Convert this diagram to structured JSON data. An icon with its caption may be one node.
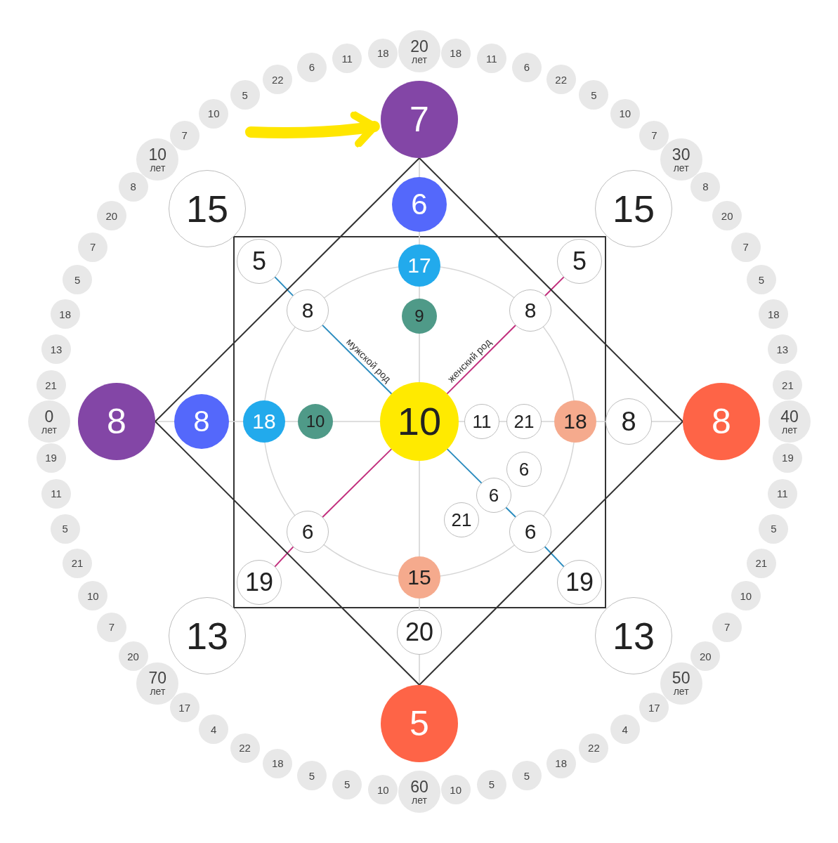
{
  "diagram": {
    "nodes": [
      {
        "text": [
          "7"
        ]
      },
      {
        "text": [
          "15"
        ]
      },
      {
        "text": [
          "15"
        ]
      },
      {
        "text": [
          "6"
        ]
      },
      {
        "text": [
          "5"
        ]
      },
      {
        "text": [
          "17"
        ]
      },
      {
        "text": [
          "5"
        ]
      },
      {
        "text": [
          "8"
        ]
      },
      {
        "text": [
          "9"
        ]
      },
      {
        "text": [
          "8"
        ]
      },
      {
        "text": [
          "8"
        ]
      },
      {
        "text": [
          "8"
        ]
      },
      {
        "text": [
          "18"
        ]
      },
      {
        "text": [
          "10"
        ]
      },
      {
        "text": [
          "10"
        ]
      },
      {
        "text": [
          "11"
        ]
      },
      {
        "text": [
          "21"
        ]
      },
      {
        "text": [
          "18"
        ]
      },
      {
        "text": [
          "8"
        ]
      },
      {
        "text": [
          "8"
        ]
      },
      {
        "text": [
          "6"
        ]
      },
      {
        "text": [
          "6"
        ]
      },
      {
        "text": [
          "21"
        ]
      },
      {
        "text": [
          "6"
        ]
      },
      {
        "text": [
          "6"
        ]
      },
      {
        "text": [
          "19"
        ]
      },
      {
        "text": [
          "15"
        ]
      },
      {
        "text": [
          "19"
        ]
      },
      {
        "text": [
          "13"
        ]
      },
      {
        "text": [
          "20"
        ]
      },
      {
        "text": [
          "13"
        ]
      },
      {
        "text": [
          "5"
        ]
      },
      {
        "text": [
          "20",
          "лет"
        ]
      },
      {
        "text": [
          "18"
        ]
      },
      {
        "text": [
          "11"
        ]
      },
      {
        "text": [
          "6"
        ]
      },
      {
        "text": [
          "22"
        ]
      },
      {
        "text": [
          "5"
        ]
      },
      {
        "text": [
          "10"
        ]
      },
      {
        "text": [
          "7"
        ]
      },
      {
        "text": [
          "30",
          "лет"
        ]
      },
      {
        "text": [
          "8"
        ]
      },
      {
        "text": [
          "20"
        ]
      },
      {
        "text": [
          "7"
        ]
      },
      {
        "text": [
          "5"
        ]
      },
      {
        "text": [
          "18"
        ]
      },
      {
        "text": [
          "13"
        ]
      },
      {
        "text": [
          "21"
        ]
      },
      {
        "text": [
          "40",
          "лет"
        ]
      },
      {
        "text": [
          "19"
        ]
      },
      {
        "text": [
          "11"
        ]
      },
      {
        "text": [
          "5"
        ]
      },
      {
        "text": [
          "21"
        ]
      },
      {
        "text": [
          "10"
        ]
      },
      {
        "text": [
          "7"
        ]
      },
      {
        "text": [
          "20"
        ]
      },
      {
        "text": [
          "50",
          "лет"
        ]
      },
      {
        "text": [
          "17"
        ]
      },
      {
        "text": [
          "4"
        ]
      },
      {
        "text": [
          "22"
        ]
      },
      {
        "text": [
          "18"
        ]
      },
      {
        "text": [
          "5"
        ]
      },
      {
        "text": [
          "5"
        ]
      },
      {
        "text": [
          "10"
        ]
      },
      {
        "text": [
          "60",
          "лет"
        ]
      },
      {
        "text": [
          "10"
        ]
      },
      {
        "text": [
          "5"
        ]
      },
      {
        "text": [
          "5"
        ]
      },
      {
        "text": [
          "18"
        ]
      },
      {
        "text": [
          "22"
        ]
      },
      {
        "text": [
          "4"
        ]
      },
      {
        "text": [
          "17"
        ]
      },
      {
        "text": [
          "70",
          "лет"
        ]
      },
      {
        "text": [
          "20"
        ]
      },
      {
        "text": [
          "7"
        ]
      },
      {
        "text": [
          "10"
        ]
      },
      {
        "text": [
          "21"
        ]
      },
      {
        "text": [
          "5"
        ]
      },
      {
        "text": [
          "11"
        ]
      },
      {
        "text": [
          "19"
        ]
      },
      {
        "text": [
          "0",
          "лет"
        ]
      },
      {
        "text": [
          "21"
        ]
      },
      {
        "text": [
          "13"
        ]
      },
      {
        "text": [
          "18"
        ]
      },
      {
        "text": [
          "5"
        ]
      },
      {
        "text": [
          "7"
        ]
      },
      {
        "text": [
          "20"
        ]
      },
      {
        "text": [
          "8"
        ]
      },
      {
        "text": [
          "10",
          "лет"
        ]
      },
      {
        "text": [
          "7"
        ]
      },
      {
        "text": [
          "10"
        ]
      },
      {
        "text": [
          "5"
        ]
      },
      {
        "text": [
          "22"
        ]
      },
      {
        "text": [
          "6"
        ]
      },
      {
        "text": [
          "11"
        ]
      },
      {
        "text": [
          "18"
        ]
      }
    ],
    "edges": [
      {
        "from": 0,
        "to": 3,
        "arrow": "none"
      },
      {
        "from": 3,
        "to": 5,
        "arrow": "none"
      },
      {
        "from": 5,
        "to": 8,
        "arrow": "none"
      },
      {
        "from": 8,
        "to": 14,
        "arrow": "none"
      },
      {
        "from": 14,
        "to": 26,
        "arrow": "none"
      },
      {
        "from": 26,
        "to": 29,
        "arrow": "none"
      },
      {
        "from": 29,
        "to": 31,
        "arrow": "none"
      },
      {
        "from": 10,
        "to": 11,
        "arrow": "none"
      },
      {
        "from": 11,
        "to": 12,
        "arrow": "none"
      },
      {
        "from": 12,
        "to": 13,
        "arrow": "none"
      },
      {
        "from": 13,
        "to": 14,
        "arrow": "none"
      },
      {
        "from": 14,
        "to": 15,
        "arrow": "none"
      },
      {
        "from": 15,
        "to": 16,
        "arrow": "none"
      },
      {
        "from": 16,
        "to": 17,
        "arrow": "none"
      },
      {
        "from": 17,
        "to": 18,
        "arrow": "none"
      },
      {
        "from": 18,
        "to": 19,
        "arrow": "none"
      },
      {
        "from": 4,
        "to": 7,
        "arrow": "none",
        "color": "#2b8cbf"
      },
      {
        "from": 7,
        "to": 14,
        "arrow": "none",
        "color": "#2b8cbf",
        "label": "мужской род"
      },
      {
        "from": 14,
        "to": 21,
        "arrow": "none",
        "color": "#2b8cbf"
      },
      {
        "from": 21,
        "to": 24,
        "arrow": "none",
        "color": "#2b8cbf"
      },
      {
        "from": 24,
        "to": 27,
        "arrow": "none",
        "color": "#2b8cbf"
      },
      {
        "from": 6,
        "to": 9,
        "arrow": "none",
        "color": "#c2307e"
      },
      {
        "from": 9,
        "to": 14,
        "arrow": "none",
        "color": "#c2307e",
        "label": "женский род"
      },
      {
        "from": 14,
        "to": 23,
        "arrow": "none",
        "color": "#c2307e"
      },
      {
        "from": 23,
        "to": 25,
        "arrow": "none",
        "color": "#c2307e"
      },
      {
        "from": 0,
        "to": 19,
        "arrow": "none",
        "color": "#333333"
      },
      {
        "from": 19,
        "to": 31,
        "arrow": "none",
        "color": "#333333"
      },
      {
        "from": 31,
        "to": 10,
        "arrow": "none",
        "color": "#333333"
      },
      {
        "from": 10,
        "to": 0,
        "arrow": "none",
        "color": "#333333"
      },
      {
        "from": null,
        "to": 0,
        "arrow": "to",
        "color": "#ffe600",
        "style": "thick"
      }
    ]
  }
}
